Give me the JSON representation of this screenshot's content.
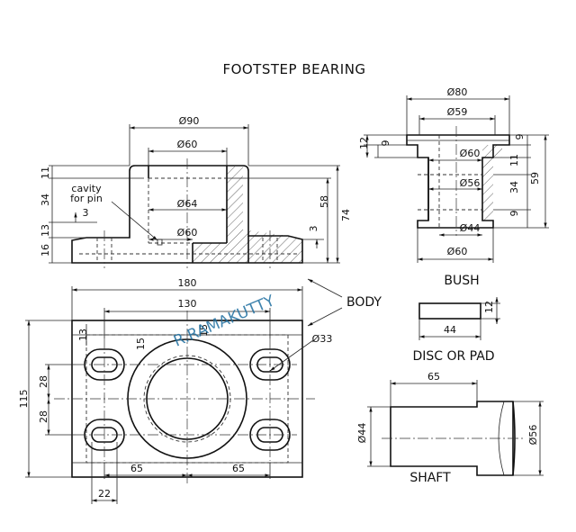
{
  "title": "FOOTSTEP BEARING",
  "watermark": "R.RAMAKUTTY",
  "labels": {
    "body": "BODY",
    "bush": "BUSH",
    "disc": "DISC OR PAD",
    "shaft": "SHAFT"
  },
  "body_front": {
    "d90": "Ø90",
    "d60_top": "Ø60",
    "d64": "Ø64",
    "d60_bottom": "Ø60",
    "h11": "11",
    "h34": "34",
    "h13": "13",
    "h16": "16",
    "h58": "58",
    "h74": "74",
    "h3_left": "3",
    "h3_right": "3",
    "cavity_line1": "cavity",
    "cavity_line2": "for pin"
  },
  "body_top": {
    "w180": "180",
    "w130": "130",
    "h115": "115",
    "h28_upper": "28",
    "h28_lower": "28",
    "r13": "13",
    "r15": "15",
    "r15b": "15",
    "d33": "Ø33",
    "w65_left": "65",
    "w65_right": "65",
    "w22": "22"
  },
  "bush": {
    "d80": "Ø80",
    "d59": "Ø59",
    "d60_top": "Ø60",
    "d56": "Ø56",
    "d44": "Ø44",
    "d60_bottom": "Ø60",
    "h12": "12",
    "h9_left": "9",
    "h9_right": "9",
    "h11": "11",
    "h34": "34",
    "h9_bottom": "9",
    "h59": "59"
  },
  "disc": {
    "h12": "12",
    "w44": "44"
  },
  "shaft": {
    "w65": "65",
    "d44": "Ø44",
    "d56": "Ø56"
  }
}
